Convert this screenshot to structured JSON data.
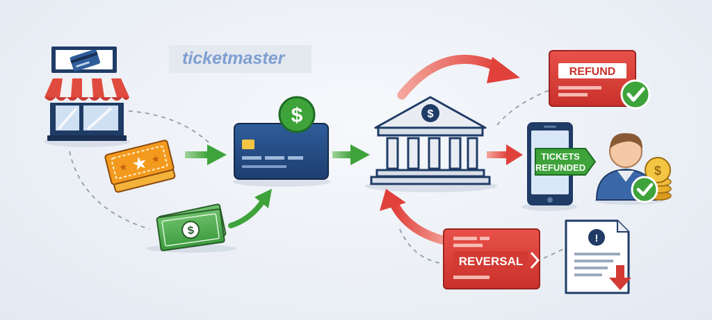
{
  "logo": {
    "text": "ticketmaster"
  },
  "labels": {
    "refund": "REFUND",
    "tickets": "TICKETS",
    "refunded": "REFUNDED",
    "reversal": "REVERSAL"
  },
  "symbols": {
    "dollar": "$",
    "star": "★",
    "alert": "!"
  },
  "colors": {
    "green": "#3ea33a",
    "red": "#e0413a",
    "navy": "#1f3b66",
    "orange": "#f39a1e",
    "bank": "#e9edf3"
  }
}
